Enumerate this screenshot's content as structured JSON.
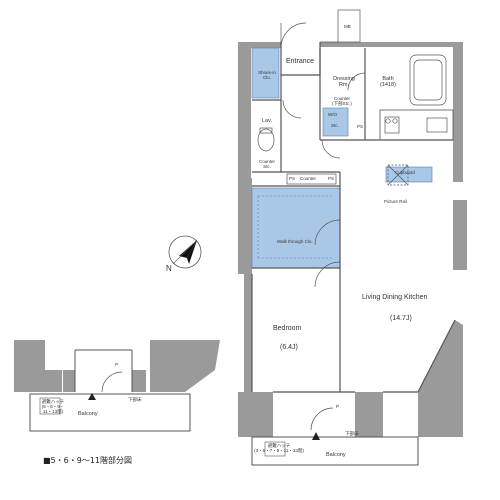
{
  "rooms": {
    "entrance": "Entrance",
    "shoes_in": "Shoes-in\nClo.",
    "dressing": "Dressing\nRm.",
    "bath": "Bath\n(1418)",
    "counter_top": "Counter\n(下部Stc.)",
    "wo": "W/O",
    "stc": "Stc.",
    "lav": "Lav.",
    "counter_stc": "Counter\nStc.",
    "counter_mid": "Counter",
    "ps_left": "PS",
    "ps_right": "PS",
    "ps_bath": "PS",
    "mb": "MB",
    "cupboard": "Cupboard",
    "picture_rail": "Picture Rail",
    "walk_through": "Walk through Clo.",
    "ldk": "Living Dining Kitchen",
    "ldk_size": "(14.7J)",
    "bedroom": "Bedroom",
    "bedroom_size": "(6.4J)",
    "balcony_main": "Balcony",
    "balcony_inset": "Balcony",
    "escape_main": "避難ハッチ\n(3・5・7・9・11・13階)",
    "escape_inset": "避難ハッチ\n(5・6・9・11・13階)",
    "lower_ceiling_main": "下部床",
    "lower_ceiling_inset": "下部床",
    "p_mark": "P",
    "north": "N"
  },
  "legend": "■5・6・9～11階部分図",
  "colors": {
    "storage_fill": "#a9c8e8",
    "wall": "#8a8a8a",
    "line": "#555555"
  }
}
